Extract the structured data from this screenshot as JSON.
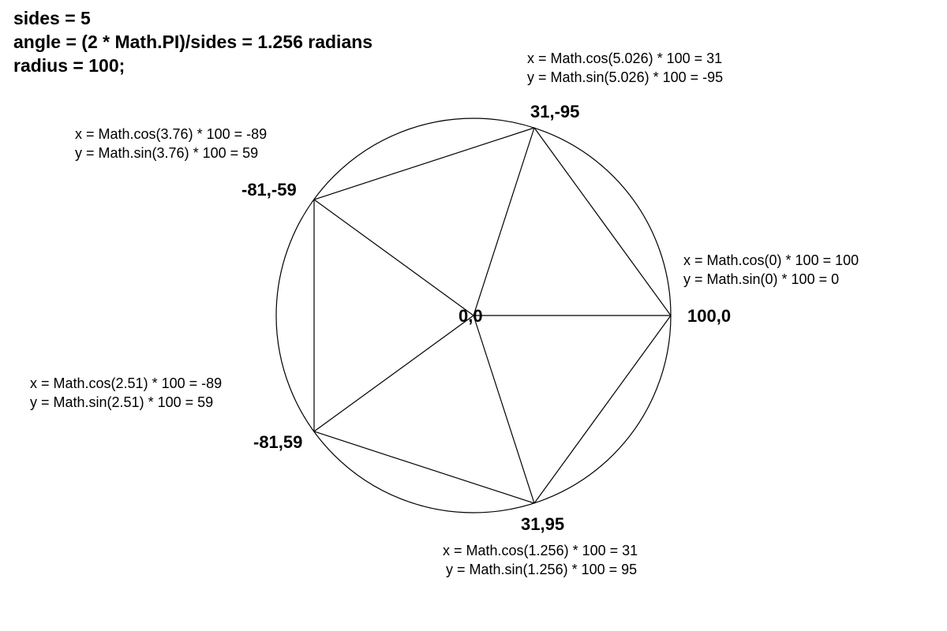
{
  "header": {
    "sides_line": "sides = 5",
    "angle_line": "angle = (2 * Math.PI)/sides = 1.256 radians",
    "radius_line": "radius = 100;"
  },
  "center_label": "0,0",
  "points": [
    {
      "label": "100,0",
      "note_x": "x = Math.cos(0) * 100 = 100",
      "note_y": "y = Math.sin(0) * 100 = 0"
    },
    {
      "label": "31,95",
      "note_x": "x = Math.cos(1.256) * 100 = 31",
      "note_y": "y = Math.sin(1.256) * 100 = 95"
    },
    {
      "label": "-81,59",
      "note_x": "x = Math.cos(2.51) * 100 = -89",
      "note_y": "y = Math.sin(2.51) * 100 = 59"
    },
    {
      "label": "-81,-59",
      "note_x": "x = Math.cos(3.76) * 100 = -89",
      "note_y": "y = Math.sin(3.76) * 100 = 59"
    },
    {
      "label": "31,-95",
      "note_x": "x = Math.cos(5.026) * 100 = 31",
      "note_y": "y = Math.sin(5.026) * 100 = -95"
    }
  ],
  "colors": {
    "stroke": "#000000",
    "text": "#000000",
    "background": "#ffffff"
  }
}
